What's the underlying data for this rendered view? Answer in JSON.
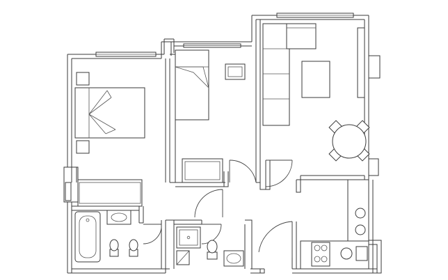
{
  "plan": {
    "rooms": [
      "bedroom-main",
      "bedroom-second",
      "living-room",
      "bathroom",
      "shower-room",
      "kitchen",
      "hallway"
    ],
    "colors": {
      "background": "#ffffff",
      "line": "#3a3a3a"
    }
  }
}
